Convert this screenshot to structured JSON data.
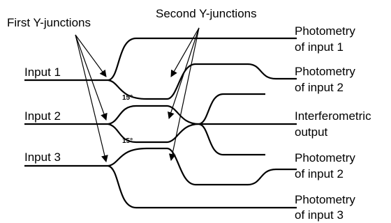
{
  "annotations": {
    "first_y_junctions": "First Y-junctions",
    "second_y_junctions": "Second Y-junctions"
  },
  "inputs": [
    "Input 1",
    "Input 2",
    "Input 3"
  ],
  "angles": [
    "15°",
    "15°"
  ],
  "outputs": [
    {
      "line1": "Photometry",
      "line2": "of input 1"
    },
    {
      "line1": "Photometry",
      "line2": "of input 2"
    },
    {
      "line1": "Interferometric",
      "line2": "output"
    },
    {
      "line1": "Photometry",
      "line2": "of input 2"
    },
    {
      "line1": "Photometry",
      "line2": "of input 3"
    }
  ]
}
